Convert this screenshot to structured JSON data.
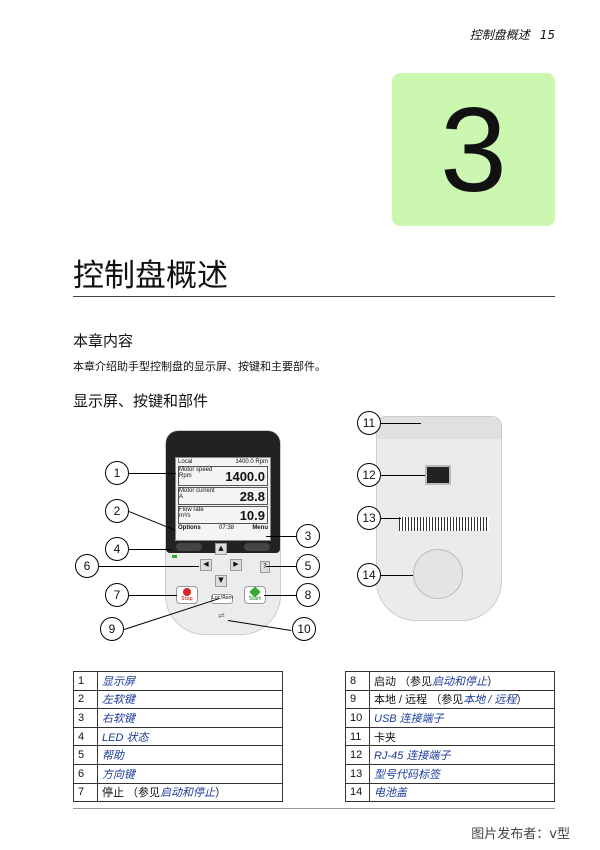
{
  "header": {
    "section": "控制盘概述",
    "page": "15"
  },
  "chapter_number": "3",
  "title": "控制盘概述",
  "section1": {
    "heading": "本章内容",
    "text": "本章介绍助手型控制盘的显示屏、按键和主要部件。"
  },
  "section2": {
    "heading": "显示屏、按键和部件"
  },
  "display": {
    "status_left": "Local",
    "status_right": "1400.0 Rpm",
    "rows": [
      {
        "label": "Motor speed",
        "unit": "Rpm",
        "value": "1400.0"
      },
      {
        "label": "Motor current",
        "unit": "A",
        "value": "28.8"
      },
      {
        "label": "Flow rate",
        "unit": "m³/s",
        "value": "10.9"
      }
    ],
    "soft_left": "Options",
    "time": "07:38",
    "soft_right": "Menu"
  },
  "keys": {
    "stop": "Stop",
    "start": "Start",
    "loc_rem": "Loc/Rem",
    "help": "?"
  },
  "callouts": [
    "1",
    "2",
    "3",
    "4",
    "5",
    "6",
    "7",
    "8",
    "9",
    "10",
    "11",
    "12",
    "13",
    "14"
  ],
  "table_left": [
    {
      "num": "1",
      "text": "",
      "link": "显示屏"
    },
    {
      "num": "2",
      "text": "",
      "link": "左软键"
    },
    {
      "num": "3",
      "text": "",
      "link": "右软键"
    },
    {
      "num": "4",
      "text": "",
      "link": "LED 状态"
    },
    {
      "num": "5",
      "text": "",
      "link": "帮助"
    },
    {
      "num": "6",
      "text": "",
      "link": "方向键"
    },
    {
      "num": "7",
      "text": "停止 （参见",
      "link": "启动和停止",
      "suffix": "）"
    }
  ],
  "table_right": [
    {
      "num": "8",
      "text": "启动 （参见",
      "link": "启动和停止",
      "suffix": "）"
    },
    {
      "num": "9",
      "text": "本地 / 远程 （参见",
      "link": "本地 / 远程",
      "suffix": "）"
    },
    {
      "num": "10",
      "text": "",
      "link": "USB 连接端子"
    },
    {
      "num": "11",
      "text": "卡夹",
      "link": ""
    },
    {
      "num": "12",
      "text": "",
      "link": "RJ-45 连接端子"
    },
    {
      "num": "13",
      "text": "",
      "link": "型号代码标签"
    },
    {
      "num": "14",
      "text": "",
      "link": "电池盖"
    }
  ],
  "watermark": "图片发布者：v型",
  "colors": {
    "chapter_box": "#ccf7b0",
    "link": "#1a3a9a"
  }
}
